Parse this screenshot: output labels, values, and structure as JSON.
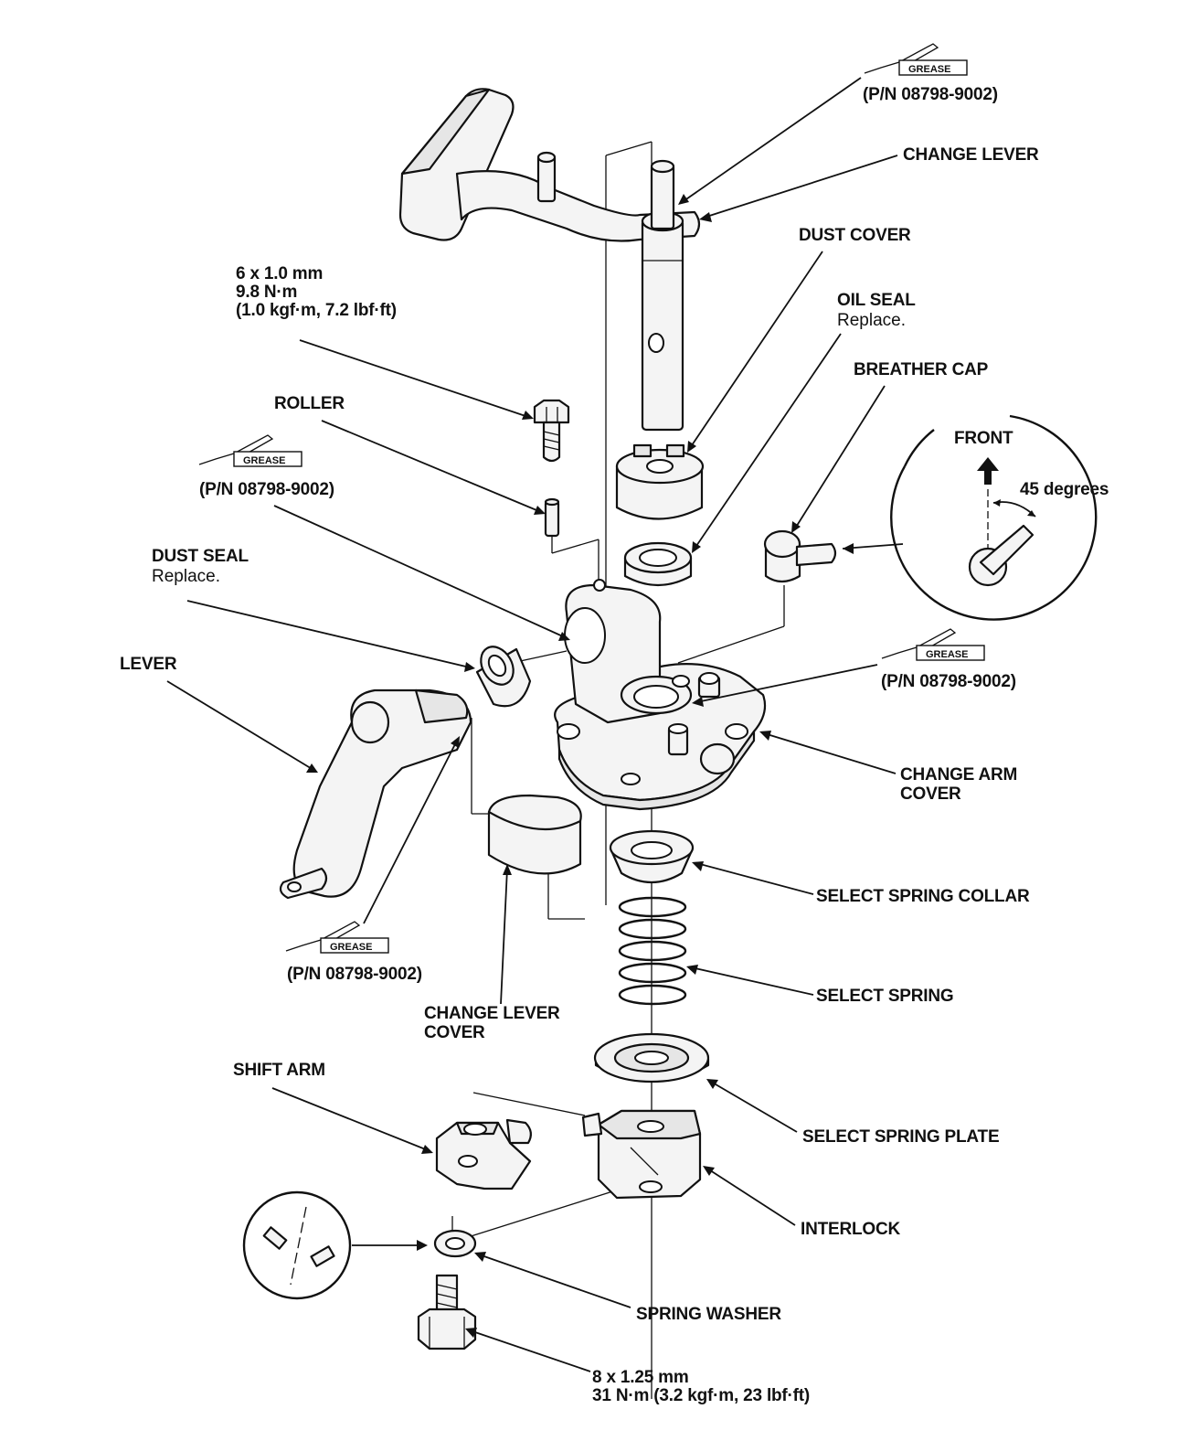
{
  "labels": {
    "grease_pn_top": "(P/N 08798-9002)",
    "change_lever": "CHANGE LEVER",
    "dust_cover": "DUST COVER",
    "oil_seal": "OIL SEAL",
    "oil_seal_note": "Replace.",
    "breather_cap": "BREATHER CAP",
    "bolt_top_size": "6 x 1.0 mm",
    "bolt_top_torque_nm": "9.8 N·m",
    "bolt_top_torque_alt": "(1.0 kgf·m, 7.2 lbf·ft)",
    "roller": "ROLLER",
    "grease_pn_left": "(P/N 08798-9002)",
    "front": "FRONT",
    "angle": "45 degrees",
    "dust_seal": "DUST SEAL",
    "dust_seal_note": "Replace.",
    "lever": "LEVER",
    "grease_pn_right": "(P/N 08798-9002)",
    "change_arm_cover_1": "CHANGE ARM",
    "change_arm_cover_2": "COVER",
    "select_spring_collar": "SELECT SPRING COLLAR",
    "grease_pn_bottom": "(P/N 08798-9002)",
    "select_spring": "SELECT SPRING",
    "change_lever_cover_1": "CHANGE LEVER",
    "change_lever_cover_2": "COVER",
    "shift_arm": "SHIFT ARM",
    "select_spring_plate": "SELECT SPRING PLATE",
    "interlock": "INTERLOCK",
    "spring_washer": "SPRING WASHER",
    "bolt_bottom_size": "8 x 1.25 mm",
    "bolt_bottom_torque": "31 N·m (3.2 kgf·m, 23 lbf·ft)"
  },
  "grease_icon_text": "GREASE",
  "icons": [
    "grease-tube-icon",
    "front-arrow-icon"
  ]
}
